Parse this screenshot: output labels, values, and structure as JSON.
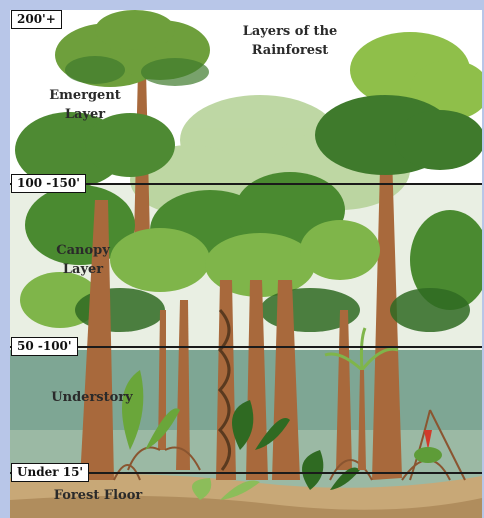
{
  "title": {
    "line1": "Layers of the",
    "line2": "Rainforest"
  },
  "heights": {
    "top": "200'+",
    "emergent_bottom": "100 -150'",
    "canopy_bottom": "50 -100'",
    "understory_bottom": "Under 15'"
  },
  "layers": {
    "emergent": {
      "line1": "Emergent",
      "line2": "Layer"
    },
    "canopy": {
      "line1": "Canopy",
      "line2": "Layer"
    },
    "understory": {
      "line1": "Understory"
    },
    "forest_floor": {
      "line1": "Forest Floor"
    }
  },
  "colors": {
    "page_border": "#b8c6e8",
    "trunk": "#a8693c",
    "foliage_dark": "#3f7a2c",
    "foliage_light": "#8fbf4a",
    "ground": "#c8a877",
    "understory_bg": "#6f9b86"
  }
}
